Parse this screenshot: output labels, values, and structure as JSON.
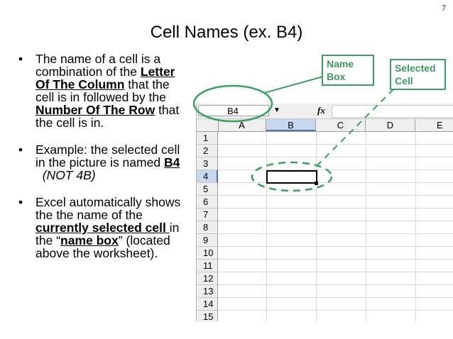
{
  "slide": {
    "number": "7",
    "title": "Cell Names (ex. B4)"
  },
  "bullets": {
    "b1": {
      "p1": "The name of a cell is a combination of the ",
      "p2": "Letter Of The Column",
      "p3": " that the cell is in followed by the ",
      "p4": "Number Of The Row",
      "p5": " that the cell is in."
    },
    "b2": {
      "p1": "Example: the selected cell in the picture is named ",
      "p2": "B4",
      "p3": "  ",
      "p4": "(NOT 4B)"
    },
    "b3": {
      "p1": "Excel automatically shows the the name of the ",
      "p2": "currently selected cell ",
      "p3": "in the “",
      "p4": "name box",
      "p5": "” (located above the worksheet)."
    },
    "bullet_char": "•"
  },
  "callouts": {
    "name_box": "Name Box",
    "selected_cell": "Selected Cell"
  },
  "excel": {
    "name_box_value": "B4",
    "dropdown_glyph": "▼",
    "fx_label": "fx",
    "columns": [
      "A",
      "B",
      "C",
      "D",
      "E"
    ],
    "selected_column": "B",
    "rows": [
      "1",
      "2",
      "3",
      "4",
      "5",
      "6",
      "7",
      "8",
      "9",
      "10",
      "11",
      "12",
      "13",
      "14",
      "15"
    ],
    "selected_row": "4"
  },
  "colors": {
    "callout_green": "#3aa060",
    "selection_blue": "#c6d7ee"
  }
}
